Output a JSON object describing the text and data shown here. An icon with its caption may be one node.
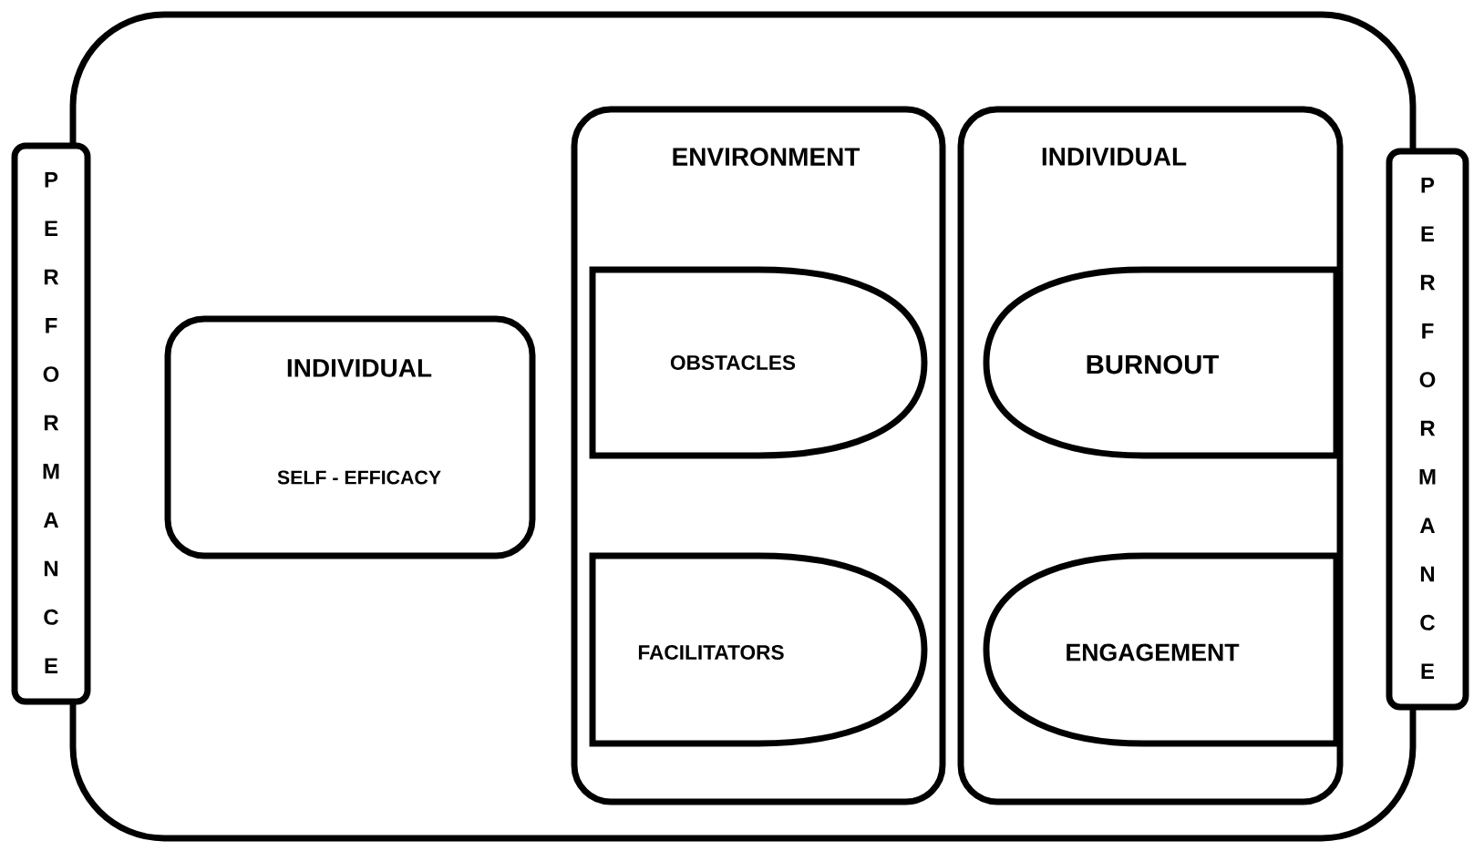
{
  "diagram": {
    "nodes": [
      {
        "text": [],
        "shape": "box"
      },
      {
        "text": [
          "P E R F O R M A N C E"
        ]
      },
      {
        "text": [
          "P E R F O R M A N C E"
        ]
      },
      {
        "text": [
          "INDIVIDUAL",
          "SELF - EFFICACY"
        ],
        "in": 0
      },
      {
        "text": [
          "ENVIRONMENT"
        ],
        "in": 0
      },
      {
        "text": [
          "OBSTACLES"
        ],
        "in": 4
      },
      {
        "text": [
          "FACILITATORS"
        ],
        "in": 4
      },
      {
        "text": [
          "INDIVIDUAL"
        ],
        "in": 0
      },
      {
        "text": [
          "BURNOUT"
        ],
        "in": 7
      },
      {
        "text": [
          "ENGAGEMENT"
        ],
        "in": 7
      }
    ]
  }
}
